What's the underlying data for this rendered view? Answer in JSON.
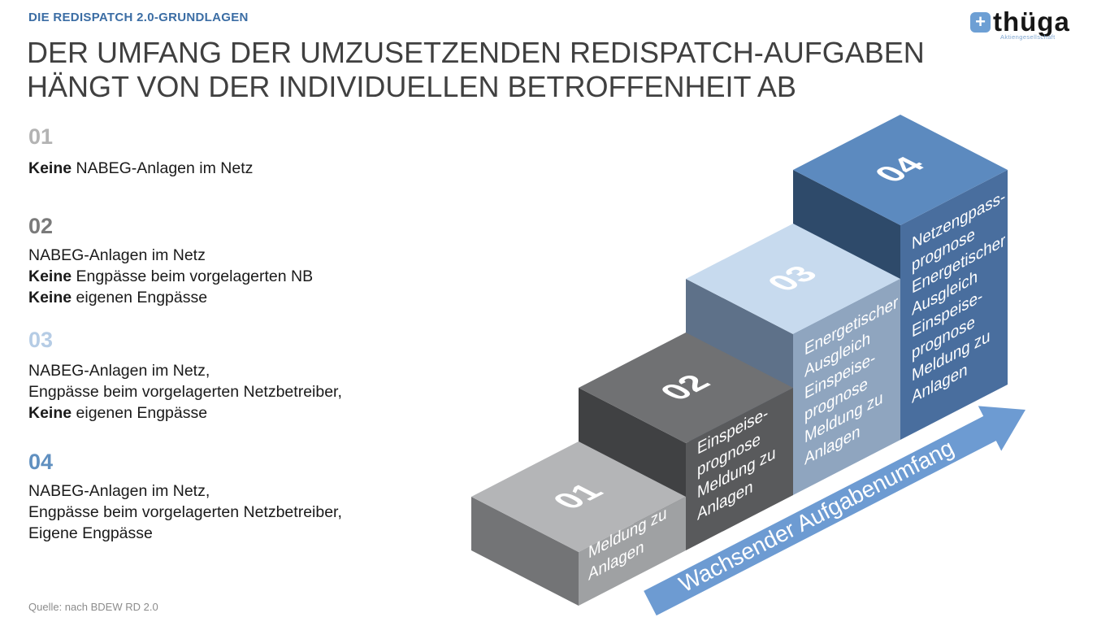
{
  "slide": {
    "kicker": "DIE REDISPATCH 2.0-GRUNDLAGEN",
    "kicker_color": "#3b6da4",
    "title_line1": "DER UMFANG DER UMZUSETZENDEN REDISPATCH-AUFGABEN",
    "title_line2": "HÄNGT VON DER INDIVIDUELLEN BETROFFENHEIT AB",
    "source": "Quelle: nach BDEW RD 2.0"
  },
  "logo": {
    "brand": "thüga",
    "subtitle": "Aktiengesellschaft",
    "plus": "+",
    "accent": "#6d9fd4"
  },
  "list": {
    "items": [
      {
        "number": "01",
        "number_color": "#b3b3b3",
        "lines": [
          {
            "bold": "Keine",
            "rest": " NABEG-Anlagen im Netz"
          }
        ]
      },
      {
        "number": "02",
        "number_color": "#7a7a7a",
        "lines": [
          {
            "bold": "",
            "rest": "NABEG-Anlagen im Netz"
          },
          {
            "bold": "Keine",
            "rest": " Engpässe beim vorgelagerten NB"
          },
          {
            "bold": "Keine",
            "rest": " eigenen Engpässe"
          }
        ]
      },
      {
        "number": "03",
        "number_color": "#b5cce5",
        "lines": [
          {
            "bold": "",
            "rest": "NABEG-Anlagen im Netz,"
          },
          {
            "bold": "",
            "rest": "Engpässe beim vorgelagerten Netzbetreiber,"
          },
          {
            "bold": "Keine",
            "rest": " eigenen Engpässe"
          }
        ]
      },
      {
        "number": "04",
        "number_color": "#6090c0",
        "lines": [
          {
            "bold": "",
            "rest": "NABEG-Anlagen im Netz,"
          },
          {
            "bold": "",
            "rest": "Engpässe beim vorgelagerten Netzbetreiber,"
          },
          {
            "bold": "",
            "rest": "Eigene Engpässe"
          }
        ]
      }
    ]
  },
  "diagram": {
    "steps": [
      {
        "number": "01",
        "colors": {
          "top": "#b4b5b7",
          "right": "#9fa1a3",
          "left": "#737476"
        },
        "face_lines": [
          "Meldung zu",
          "Anlagen"
        ]
      },
      {
        "number": "02",
        "colors": {
          "top": "#707173",
          "right": "#595a5c",
          "left": "#404143"
        },
        "face_lines": [
          "Einspeise-",
          "prognose",
          "Meldung zu",
          "Anlagen"
        ]
      },
      {
        "number": "03",
        "colors": {
          "top": "#c7daee",
          "right": "#8fa5bf",
          "left": "#5e7189"
        },
        "face_lines": [
          "Energetischer",
          "Ausgleich",
          "Einspeise-",
          "prognose",
          "Meldung zu",
          "Anlagen"
        ]
      },
      {
        "number": "04",
        "colors": {
          "top": "#5c8abf",
          "right": "#496e9e",
          "left": "#2e4a6a"
        },
        "face_lines": [
          "Netzengpass-",
          "prognose",
          "Energetischer",
          "Ausgleich",
          "Einspeise-",
          "prognose",
          "Meldung zu",
          "Anlagen"
        ]
      }
    ],
    "arrow": {
      "label": "Wachsender Aufgabenumfang",
      "color": "#6d9bd2"
    }
  }
}
